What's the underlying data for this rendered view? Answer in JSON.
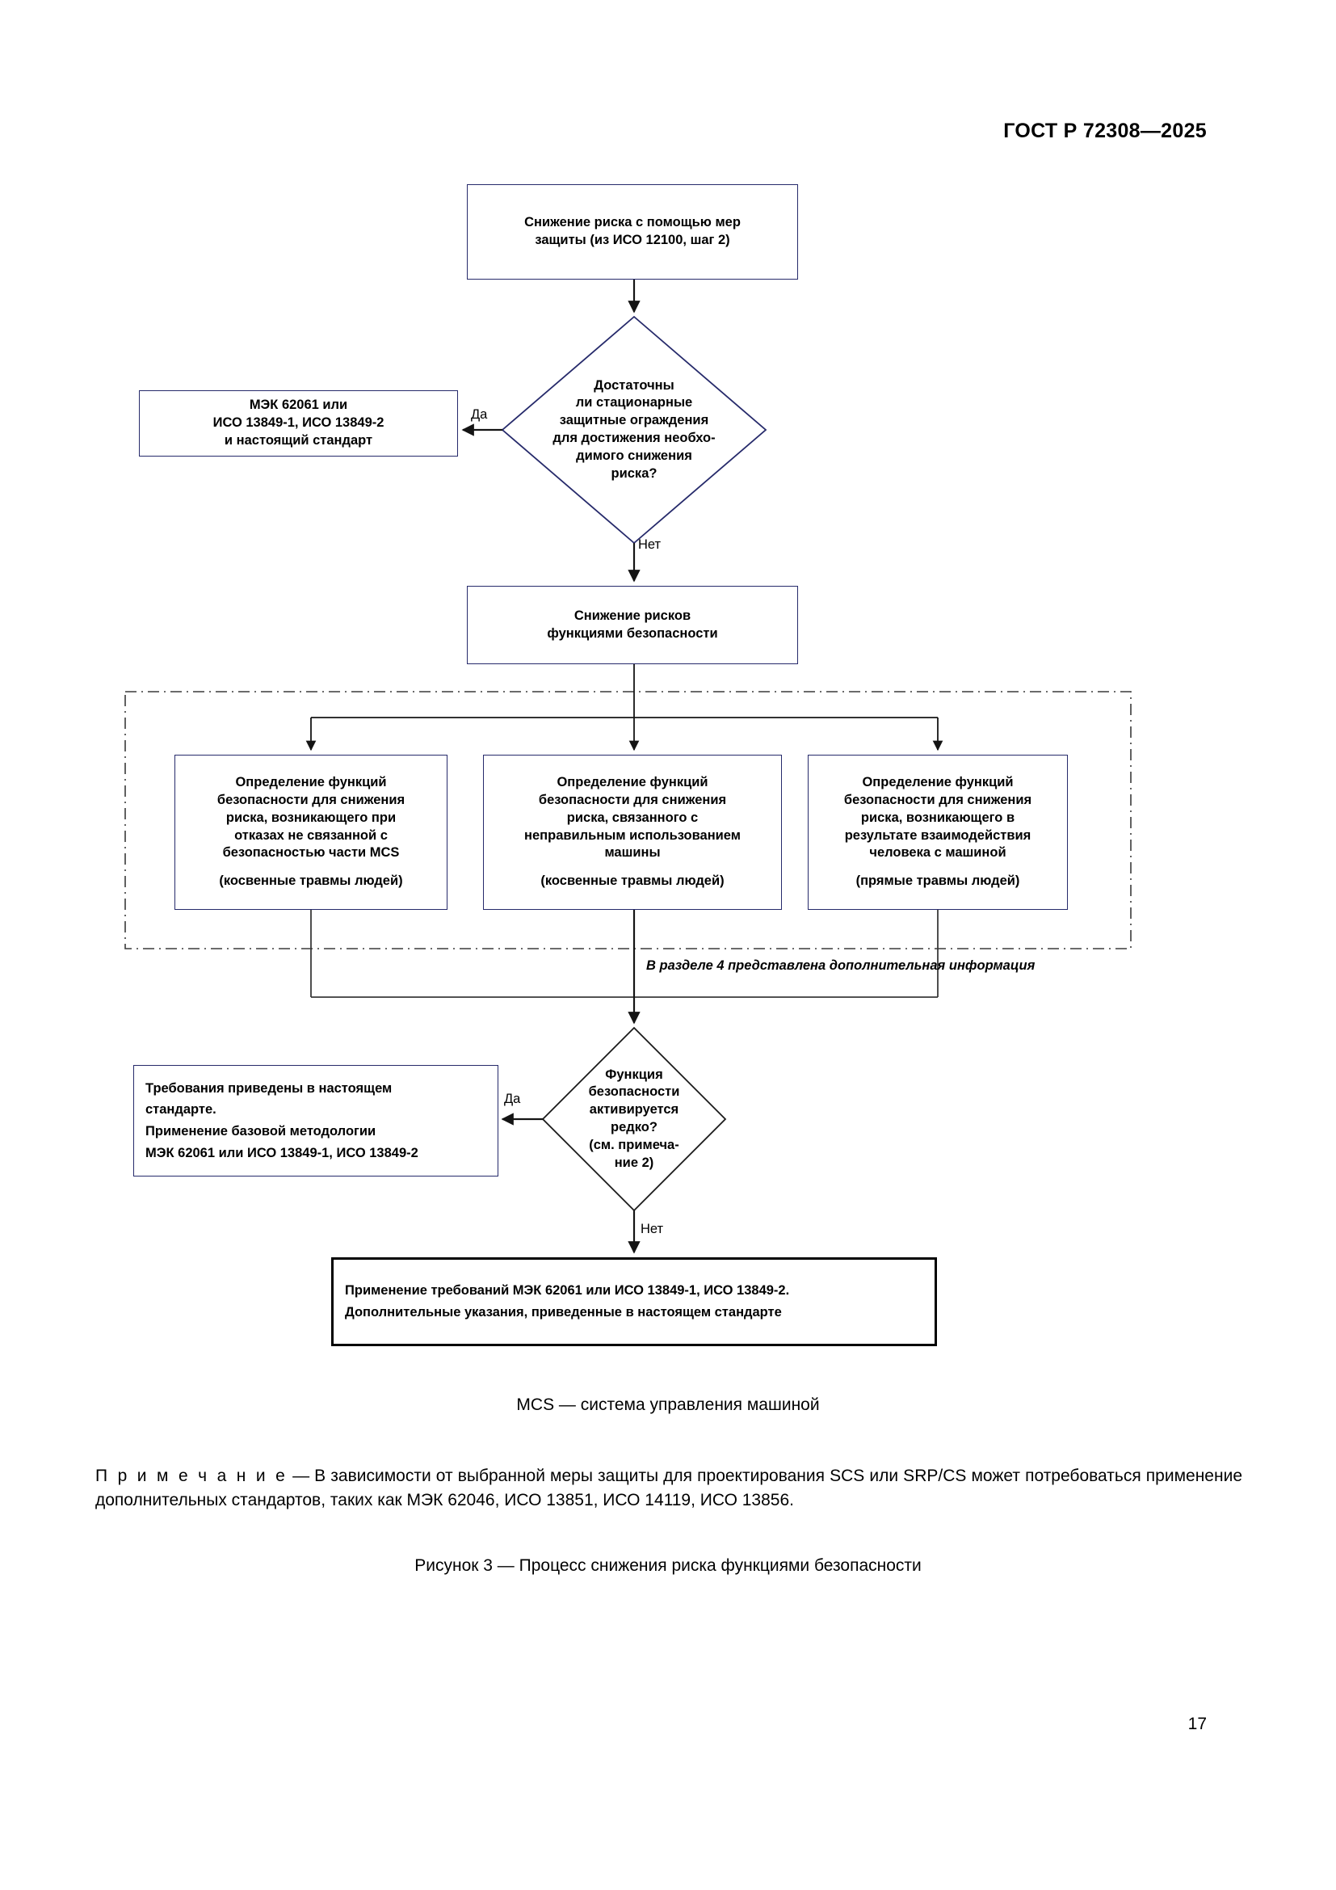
{
  "header": {
    "standard_id": "ГОСТ Р 72308—2025"
  },
  "figure": {
    "nodes": {
      "top": {
        "lines": [
          "Снижение риска с помощью  мер",
          "защиты (из ИСО 12100, шаг 2)"
        ]
      },
      "iec_left": {
        "lines": [
          "МЭК 62061 или",
          "ИСО 13849-1, ИСО 13849-2",
          "и настоящий стандарт"
        ]
      },
      "decision_1": {
        "lines": [
          "Достаточны",
          "ли стационарные",
          "защитные ограждения",
          "для достижения необхо-",
          "димого снижения",
          "риска?"
        ]
      },
      "reduce": {
        "lines": [
          "Снижение рисков",
          "функциями безопасности"
        ]
      },
      "parallel_1": {
        "lines": [
          "Определение функций",
          "безопасности для снижения",
          "риска, возникающего при",
          "отказах не связанной с",
          "безопасностью части MCS"
        ],
        "suffix": "(косвенные травмы людей)"
      },
      "parallel_2": {
        "lines": [
          "Определение функций",
          "безопасности для снижения",
          "риска, связанного с",
          "неправильным использованием",
          "машины"
        ],
        "suffix": "(косвенные травмы людей)"
      },
      "parallel_3": {
        "lines": [
          "Определение функций",
          "безопасности для снижения",
          "риска, возникающего в",
          "результате взаимодействия",
          "человека с машиной"
        ],
        "suffix": "(прямые травмы людей)"
      },
      "decision_2": {
        "lines": [
          "Функция",
          "безопасности",
          "активируется",
          "редко?",
          "(см. примеча-",
          "ние 2)"
        ]
      },
      "req_left": {
        "lines": [
          "Требования приведены в настоящем",
          "стандарте.",
          "Применение базовой методологии",
          "МЭК 62061 или ИСО 13849-1, ИСО 13849-2"
        ]
      },
      "bottom": {
        "lines": [
          "Применение требований МЭК 62061 или ИСО 13849-1, ИСО 13849-2.",
          "Дополнительные указания, приведенные в настоящем стандарте"
        ]
      }
    },
    "edge_labels": {
      "yes_1": "Да",
      "no_1": "Нет",
      "yes_2": "Да",
      "no_2": "Нет"
    },
    "inline_note": "В разделе 4 представлена дополнительная информация",
    "colors": {
      "box_border_blue": "#262a6b",
      "box_border_black": "#000000",
      "connector": "#1a1a1a",
      "dashed_region": "#3a3a3a"
    }
  },
  "below_figure": {
    "legend": "MCS — система управления машиной",
    "note_label": "П р и м е ч а н и е",
    "note_text": "  — В зависимости от выбранной меры защиты для проектирования SCS или SRP/CS может потребоваться применение дополнительных стандартов, таких как МЭК 62046, ИСО 13851, ИСО 14119, ИСО 13856.",
    "caption": "Рисунок 3 — Процесс снижения риска функциями безопасности"
  },
  "footer": {
    "page_number": "17"
  }
}
